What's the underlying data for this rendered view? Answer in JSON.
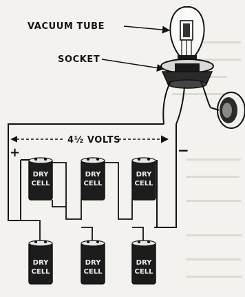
{
  "labels": {
    "vacuum_tube": "VACUUM TUBE",
    "socket": "SOCKET",
    "voltage": "4½ VOLTS",
    "plus": "+",
    "minus": "−"
  },
  "cells": {
    "line1": "DRY",
    "line2": "CELL",
    "count": 6
  },
  "colors": {
    "ink": "#111111",
    "paper": "#f4f2ee",
    "cell_body": "#1c1c1c"
  }
}
